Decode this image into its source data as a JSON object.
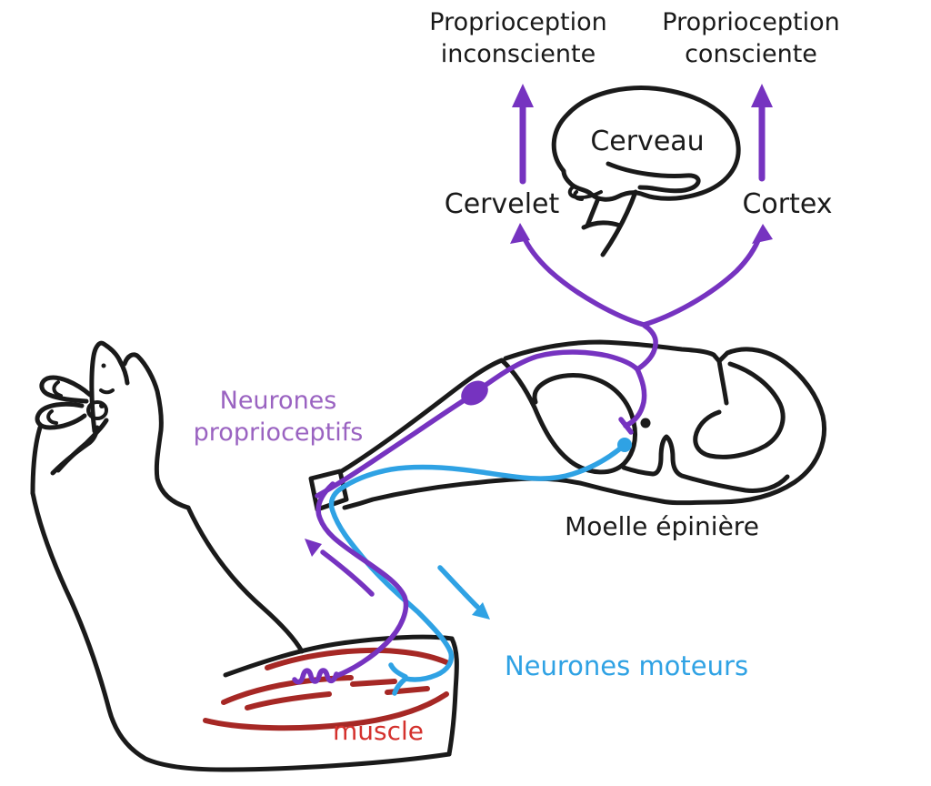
{
  "labels": {
    "proprioception_unconscious": {
      "line1": "Proprioception",
      "line2": "inconsciente"
    },
    "proprioception_conscious": {
      "line1": "Proprioception",
      "line2": "consciente"
    },
    "brain": "Cerveau",
    "cerebellum": "Cervelet",
    "cortex": "Cortex",
    "spinal_cord": "Moelle épinière",
    "proprioceptive_neurons": {
      "line1": "Neurones",
      "line2": "proprioceptifs"
    },
    "motor_neurons": "Neurones moteurs",
    "muscle": "muscle"
  },
  "colors": {
    "ink_black": "#1a1a1a",
    "pathway_purple": "#7633c0",
    "label_purple": "#9a63c1",
    "motor_blue": "#2fa2e4",
    "muscle_fiber_red": "#a62825",
    "muscle_label_red": "#d4312d"
  }
}
